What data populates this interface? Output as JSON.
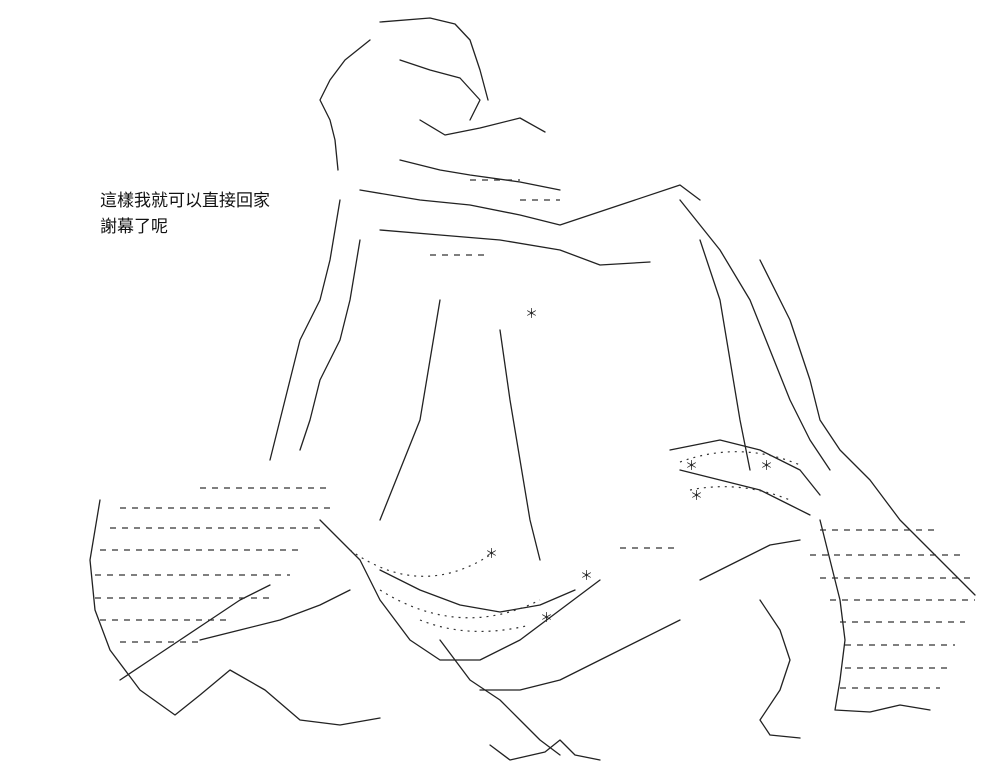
{
  "caption": {
    "line1": "這樣我就可以直接回家",
    "line2": "謝幕了呢"
  },
  "art": {
    "description_icon": "ascii-art-figure",
    "ink_color": "#111111"
  }
}
